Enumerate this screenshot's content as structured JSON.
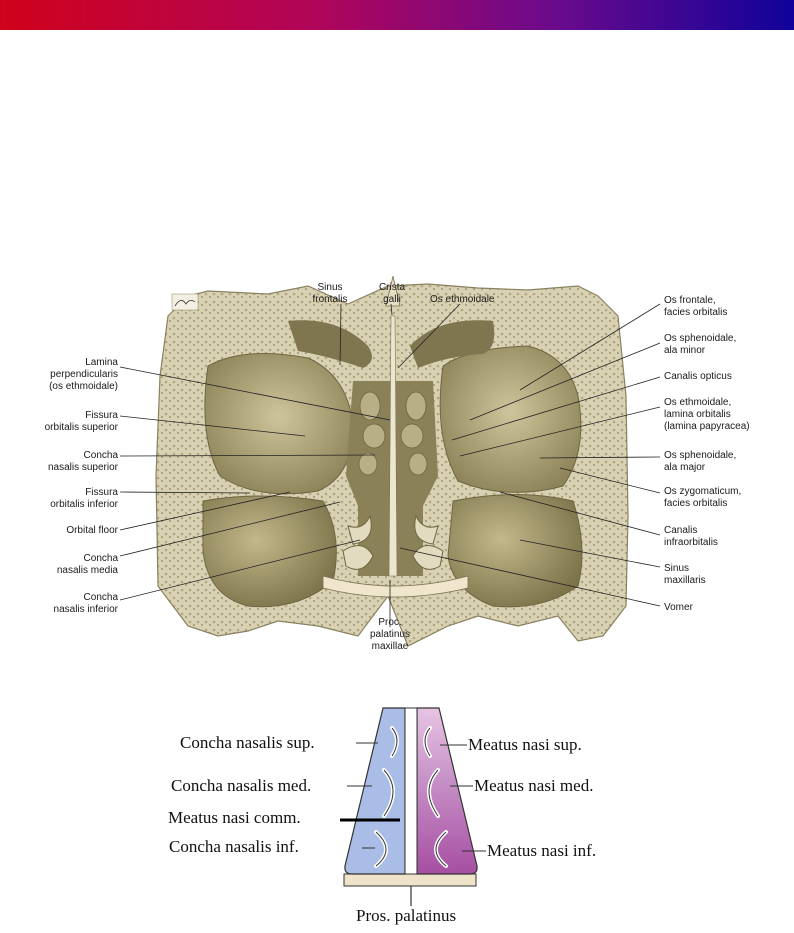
{
  "colors": {
    "banner_start": "#d0021b",
    "banner_end": "#10029a",
    "bone": "#c8bf9c",
    "bone_dark": "#8f865f",
    "cavity": "#d8d0a8",
    "schematic_blue": "#a9bde6",
    "schematic_purple": "#b05aa8",
    "schematic_pink": "#e3b7dc",
    "palate": "#efe3c9"
  },
  "anatomy": {
    "sinus_frontalis": "Sinus\nfrontalis",
    "crista_galli": "Crista\ngalli",
    "os_ethmoidale": "Os ethmoidale",
    "lamina_perpendicularis": "Lamina\nperpendicularis\n(os ethmoidale)",
    "fissura_orbitalis_superior": "Fissura\norbitalis superior",
    "concha_nasalis_superior": "Concha\nnasalis superior",
    "fissura_orbitalis_inferior": "Fissura\norbitalis inferior",
    "orbital_floor": "Orbital floor",
    "concha_nasalis_media": "Concha\nnasalis media",
    "concha_nasalis_inferior": "Concha\nnasalis inferior",
    "proc_palatinus_maxillae": "Proc.\npalatinus\nmaxillae",
    "os_frontale": "Os frontale,\nfacies orbitalis",
    "os_sphenoidale_minor": "Os sphenoidale,\nala minor",
    "canalis_opticus": "Canalis opticus",
    "os_ethmoidale_lamina": "Os ethmoidale,\nlamina orbitalis\n(lamina papyracea)",
    "os_sphenoidale_major": "Os sphenoidale,\nala major",
    "os_zygomaticum": "Os zygomaticum,\nfacies orbitalis",
    "canalis_infraorbitalis": "Canalis\ninfraorbitalis",
    "sinus_maxillaris": "Sinus\nmaxillaris",
    "vomer": "Vomer"
  },
  "schematic": {
    "concha_sup": "Concha nasalis sup.",
    "concha_med": "Concha nasalis med.",
    "meatus_comm": "Meatus nasi comm.",
    "concha_inf": "Concha nasalis inf.",
    "meatus_sup": "Meatus nasi sup.",
    "meatus_med": "Meatus nasi med.",
    "meatus_inf": "Meatus nasi inf.",
    "pros_palatinus": "Pros. palatinus"
  }
}
